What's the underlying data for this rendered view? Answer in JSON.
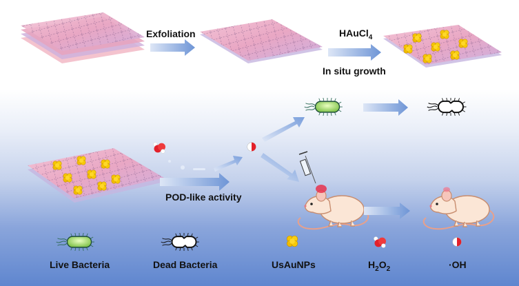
{
  "steps": {
    "exfoliation": "Exfoliation",
    "reagent": "HAuCl",
    "reagent_sub": "4",
    "growth": "In situ growth",
    "pod": "POD-like activity"
  },
  "legend": {
    "live": "Live Bacteria",
    "dead": "Dead Bacteria",
    "nps": "UsAuNPs",
    "h2o2_main": "H",
    "h2o2_sub1": "2",
    "h2o2_mid": "O",
    "h2o2_sub2": "2",
    "oh": "·OH"
  }
}
